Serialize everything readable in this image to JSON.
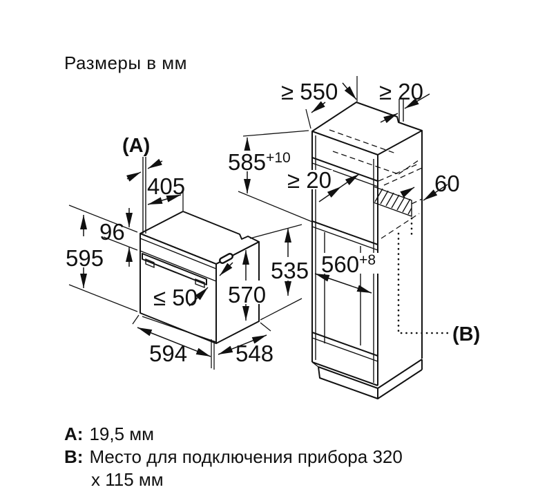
{
  "title": "Размеры в мм",
  "dimensions": {
    "cabinet_top_depth": "≥ 550",
    "wall_gap_top": "≥ 20",
    "niche_height": "585",
    "niche_height_tolerance": "+10",
    "shelf_rear_gap": "≥ 20",
    "rear_service_depth": "60",
    "oven_top_depth": "405",
    "control_panel_height": "96",
    "oven_height": "595",
    "handle_clearance": "≤ 50",
    "oven_front_height": "570",
    "oven_body_height": "535",
    "niche_depth": "560",
    "niche_depth_tolerance": "+8",
    "oven_width": "594",
    "oven_body_depth": "548",
    "callout_a": "(A)",
    "callout_b": "(B)"
  },
  "legend": {
    "a_key": "A:",
    "a_value": "19,5 мм",
    "b_key": "B:",
    "b_value_line1": "Место для подключения прибора 320",
    "b_value_line2": "х 115 мм"
  },
  "colors": {
    "line": "#111111",
    "background": "#ffffff"
  }
}
